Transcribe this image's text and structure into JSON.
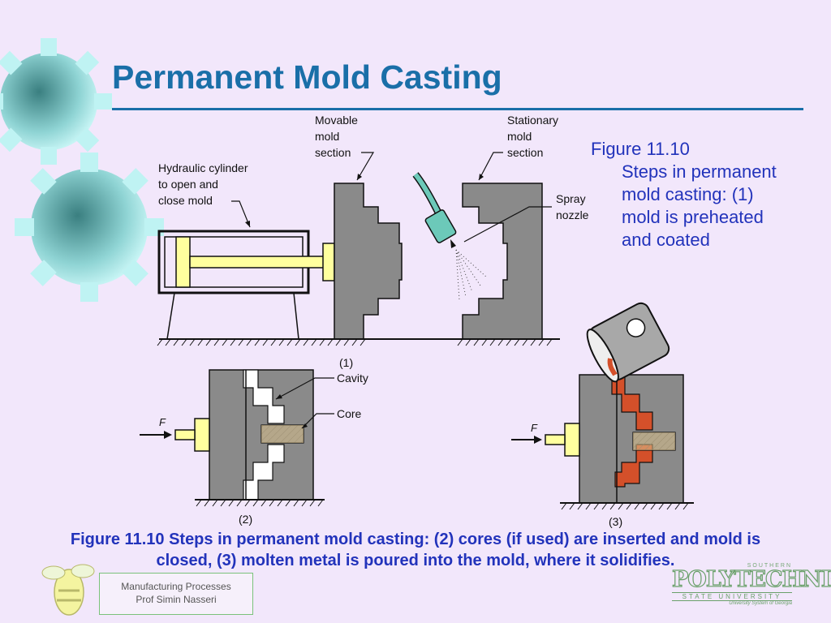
{
  "title": "Permanent Mold Casting",
  "figure": {
    "labels": {
      "movable": [
        "Movable",
        "mold",
        "section"
      ],
      "stationary": [
        "Stationary",
        "mold",
        "section"
      ],
      "hydraulic": [
        "Hydraulic cylinder",
        "to open and",
        "close mold"
      ],
      "spray": [
        "Spray",
        "nozzle"
      ],
      "cavity": "Cavity",
      "core": "Core",
      "force_left": "F",
      "force_right": "F",
      "step1": "(1)",
      "step2": "(2)",
      "step3": "(3)"
    },
    "colors": {
      "mold": "#8a8a8a",
      "cylinder": "#ffff9e",
      "nozzle": "#6cc9b9",
      "molten": "#d4502a",
      "core": "#d8c08a"
    }
  },
  "side_caption": {
    "first": "Figure 11.10",
    "rest": "Steps in permanent mold casting: (1) mold is preheated and coated"
  },
  "bottom_caption": "Figure 11.10  Steps in permanent mold casting: (2) cores (if used) are inserted and mold is closed, (3) molten metal is poured into the mold, where it solidifies.",
  "footer": {
    "line1": "Manufacturing Processes",
    "line2": "Prof Simin Nasseri"
  },
  "logo": {
    "top": "SOUTHERN",
    "main": "POLYTECHNIC",
    "sub": "STATE UNIVERSITY",
    "tag": "University System of Georgia"
  }
}
